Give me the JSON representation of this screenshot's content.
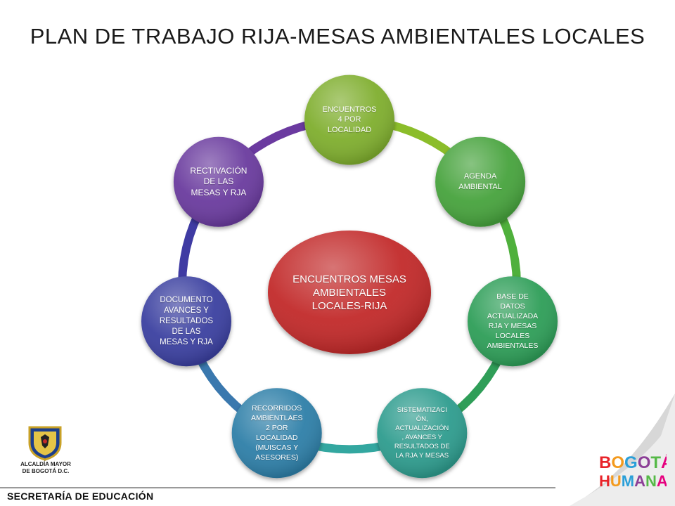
{
  "title": "PLAN DE TRABAJO RIJA-MESAS AMBIENTALES LOCALES",
  "center": {
    "label": "ENCUENTROS MESAS\nAMBIENTALES\nLOCALES-RIJA",
    "color": "#c22a2a"
  },
  "nodes": [
    {
      "label": "ENCUENTROS\n4 POR\nLOCALIDAD",
      "color": "#7fae2e"
    },
    {
      "label": "AGENDA\nAMBIENTAL",
      "color": "#46a33c"
    },
    {
      "label": "BASE DE\nDATOS\nACTUALIZADA\nRJA Y MESAS\nLOCALES\nAMBIENTALES",
      "color": "#2f9e58"
    },
    {
      "label": "SISTEMATIZACI\nÓN,\nACTUALIZACIÓN\n, AVANCES Y\nRESULTADOS DE\nLA RJA Y MESAS",
      "color": "#2f9c8e"
    },
    {
      "label": "RECORRIDOS\nAMBIENTLAES\n2 POR\nLOCALIDAD\n(MUISCAS Y\nASESORES)",
      "color": "#2f7fa8"
    },
    {
      "label": "DOCUMENTO\nAVANCES Y\nRESULTADOS\nDE LAS\nMESAS Y RJA",
      "color": "#3b3fa0"
    },
    {
      "label": "RECTIVACIÓN\nDE LAS\nMESAS  Y RJA",
      "color": "#6a3a9e"
    }
  ],
  "ring_colors": [
    "#8bbd2a",
    "#4fb03c",
    "#2f9e58",
    "#33a7a0",
    "#3a78ae",
    "#3f3ba3",
    "#6b3aa0"
  ],
  "footer": {
    "department": "SECRETARÍA DE EDUCACIÓN",
    "municipality": "ALCALDÍA MAYOR\nDE BOGOTÁ D.C.",
    "brand_top": "BOGOTÁ",
    "brand_bottom": "HUMANA"
  }
}
